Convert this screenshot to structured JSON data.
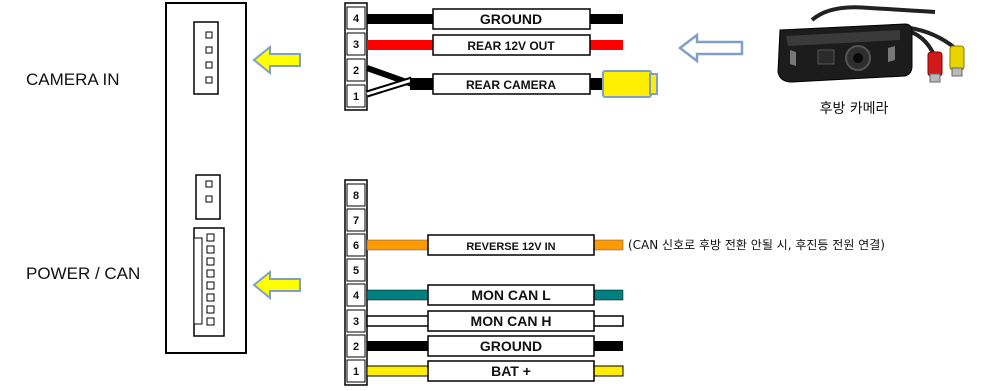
{
  "labels": {
    "camera_in": "CAMERA IN",
    "power_can": "POWER / CAN",
    "camera_caption": "후방 카메라",
    "reverse_note": "(CAN 신호로 후방 전환 안될 시, 후진등 전원 연결)"
  },
  "camera_connector": {
    "pins": [
      "4",
      "3",
      "2",
      "1"
    ],
    "wires": [
      {
        "pin": "4",
        "label": "GROUND",
        "color": "#000000"
      },
      {
        "pin": "3",
        "label": "REAR 12V OUT",
        "color": "#ff0000"
      },
      {
        "pin": "2+1",
        "label": "REAR CAMERA",
        "color": "#000000",
        "connector_color": "#ffee00"
      }
    ]
  },
  "power_connector": {
    "pins": [
      "8",
      "7",
      "6",
      "5",
      "4",
      "3",
      "2",
      "1"
    ],
    "wires": [
      {
        "pin": "6",
        "label": "REVERSE 12V IN",
        "color": "#ff9900"
      },
      {
        "pin": "4",
        "label": "MON CAN L",
        "color": "#008080"
      },
      {
        "pin": "3",
        "label": "MON CAN H",
        "color": "#ffffff"
      },
      {
        "pin": "2",
        "label": "GROUND",
        "color": "#000000"
      },
      {
        "pin": "1",
        "label": "BAT +",
        "color": "#ffee00"
      }
    ]
  },
  "colors": {
    "arrow_fill": "#ffff00",
    "arrow_stroke": "#7f9fc8",
    "camera_arrow_fill": "#ffffff"
  }
}
